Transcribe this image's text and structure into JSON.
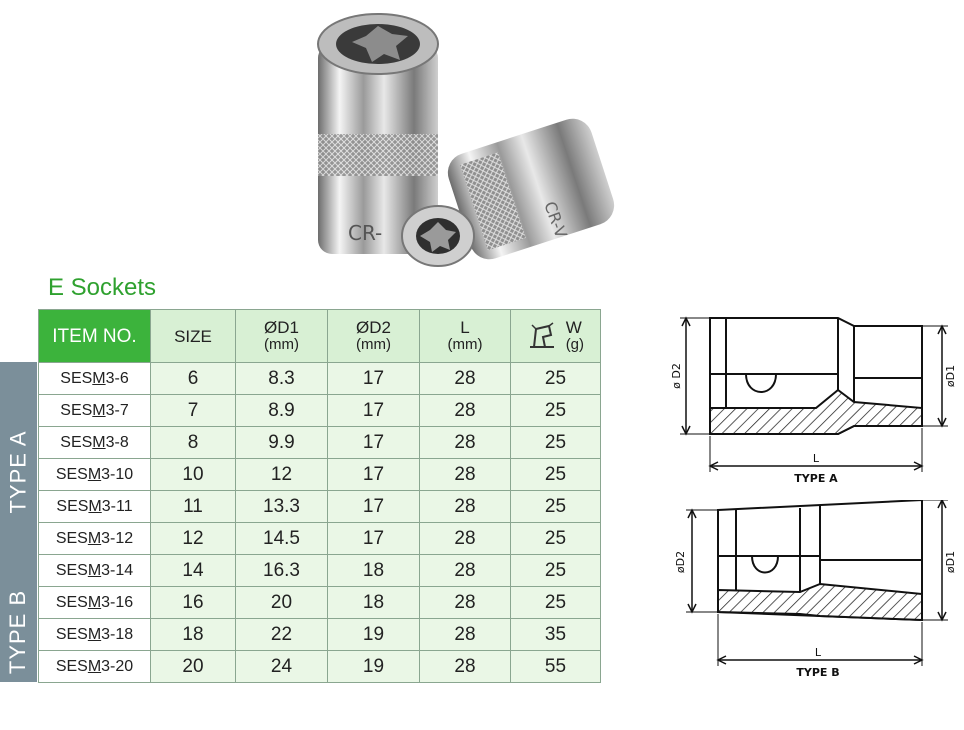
{
  "title": "E Sockets",
  "table": {
    "headers": {
      "item": "ITEM NO.",
      "size": "SIZE",
      "d1": "ØD1",
      "d1_unit": "(mm)",
      "d2": "ØD2",
      "d2_unit": "(mm)",
      "l": "L",
      "l_unit": "(mm)",
      "w": "W",
      "w_unit": "(g)"
    },
    "rows": [
      {
        "pre": "SES",
        "u": "M",
        "post": "3-6",
        "size": "6",
        "d1": "8.3",
        "d2": "17",
        "l": "28",
        "w": "25"
      },
      {
        "pre": "SES",
        "u": "M",
        "post": "3-7",
        "size": "7",
        "d1": "8.9",
        "d2": "17",
        "l": "28",
        "w": "25"
      },
      {
        "pre": "SES",
        "u": "M",
        "post": "3-8",
        "size": "8",
        "d1": "9.9",
        "d2": "17",
        "l": "28",
        "w": "25"
      },
      {
        "pre": "SES",
        "u": "M",
        "post": "3-10",
        "size": "10",
        "d1": "12",
        "d2": "17",
        "l": "28",
        "w": "25"
      },
      {
        "pre": "SES",
        "u": "M",
        "post": "3-11",
        "size": "11",
        "d1": "13.3",
        "d2": "17",
        "l": "28",
        "w": "25"
      },
      {
        "pre": "SES",
        "u": "M",
        "post": "3-12",
        "size": "12",
        "d1": "14.5",
        "d2": "17",
        "l": "28",
        "w": "25"
      },
      {
        "pre": "SES",
        "u": "M",
        "post": "3-14",
        "size": "14",
        "d1": "16.3",
        "d2": "18",
        "l": "28",
        "w": "25"
      },
      {
        "pre": "SES",
        "u": "M",
        "post": "3-16",
        "size": "16",
        "d1": "20",
        "d2": "18",
        "l": "28",
        "w": "25"
      },
      {
        "pre": "SES",
        "u": "M",
        "post": "3-18",
        "size": "18",
        "d1": "22",
        "d2": "19",
        "l": "28",
        "w": "35"
      },
      {
        "pre": "SES",
        "u": "M",
        "post": "3-20",
        "size": "20",
        "d1": "24",
        "d2": "19",
        "l": "28",
        "w": "55"
      }
    ]
  },
  "type_labels": {
    "a": "TYPE A",
    "b": "TYPE B"
  },
  "diagram_a": {
    "d2": "ø D2",
    "d1": "øD1",
    "l": "L",
    "caption": "TYPE A"
  },
  "diagram_b": {
    "d2": "øD2",
    "d1": "øD1",
    "l": "L",
    "caption": "TYPE B"
  },
  "colors": {
    "accent": "#3cb33c",
    "header_bg": "#d8f0d4",
    "cell_bg": "#eaf7e6",
    "band": "#7b8f9a"
  }
}
